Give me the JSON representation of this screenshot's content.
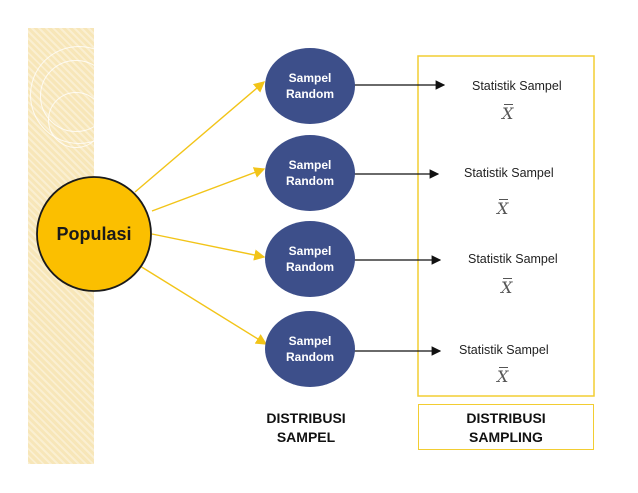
{
  "population": {
    "label": "Populasi"
  },
  "samples": [
    {
      "label": "Sampel\nRandom"
    },
    {
      "label": "Sampel\nRandom"
    },
    {
      "label": "Sampel\nRandom"
    },
    {
      "label": "Sampel\nRandom"
    }
  ],
  "statistics": [
    {
      "label": "Statistik Sampel",
      "symbol": "X"
    },
    {
      "label": "Statistik Sampel",
      "symbol": "X"
    },
    {
      "label": "Statistik Sampel",
      "symbol": "X"
    },
    {
      "label": "Statistik Sampel",
      "symbol": "X"
    }
  ],
  "footer": {
    "left": "DISTRIBUSI\nSAMPEL",
    "right": "DISTRIBUSI\nSAMPLING"
  },
  "colors": {
    "population_fill": "#fbbf00",
    "sample_fill": "#3d4f8a",
    "arrow_yellow": "#f2c418",
    "box_border": "#f2cd32",
    "stripe": "#f7e6b8"
  }
}
